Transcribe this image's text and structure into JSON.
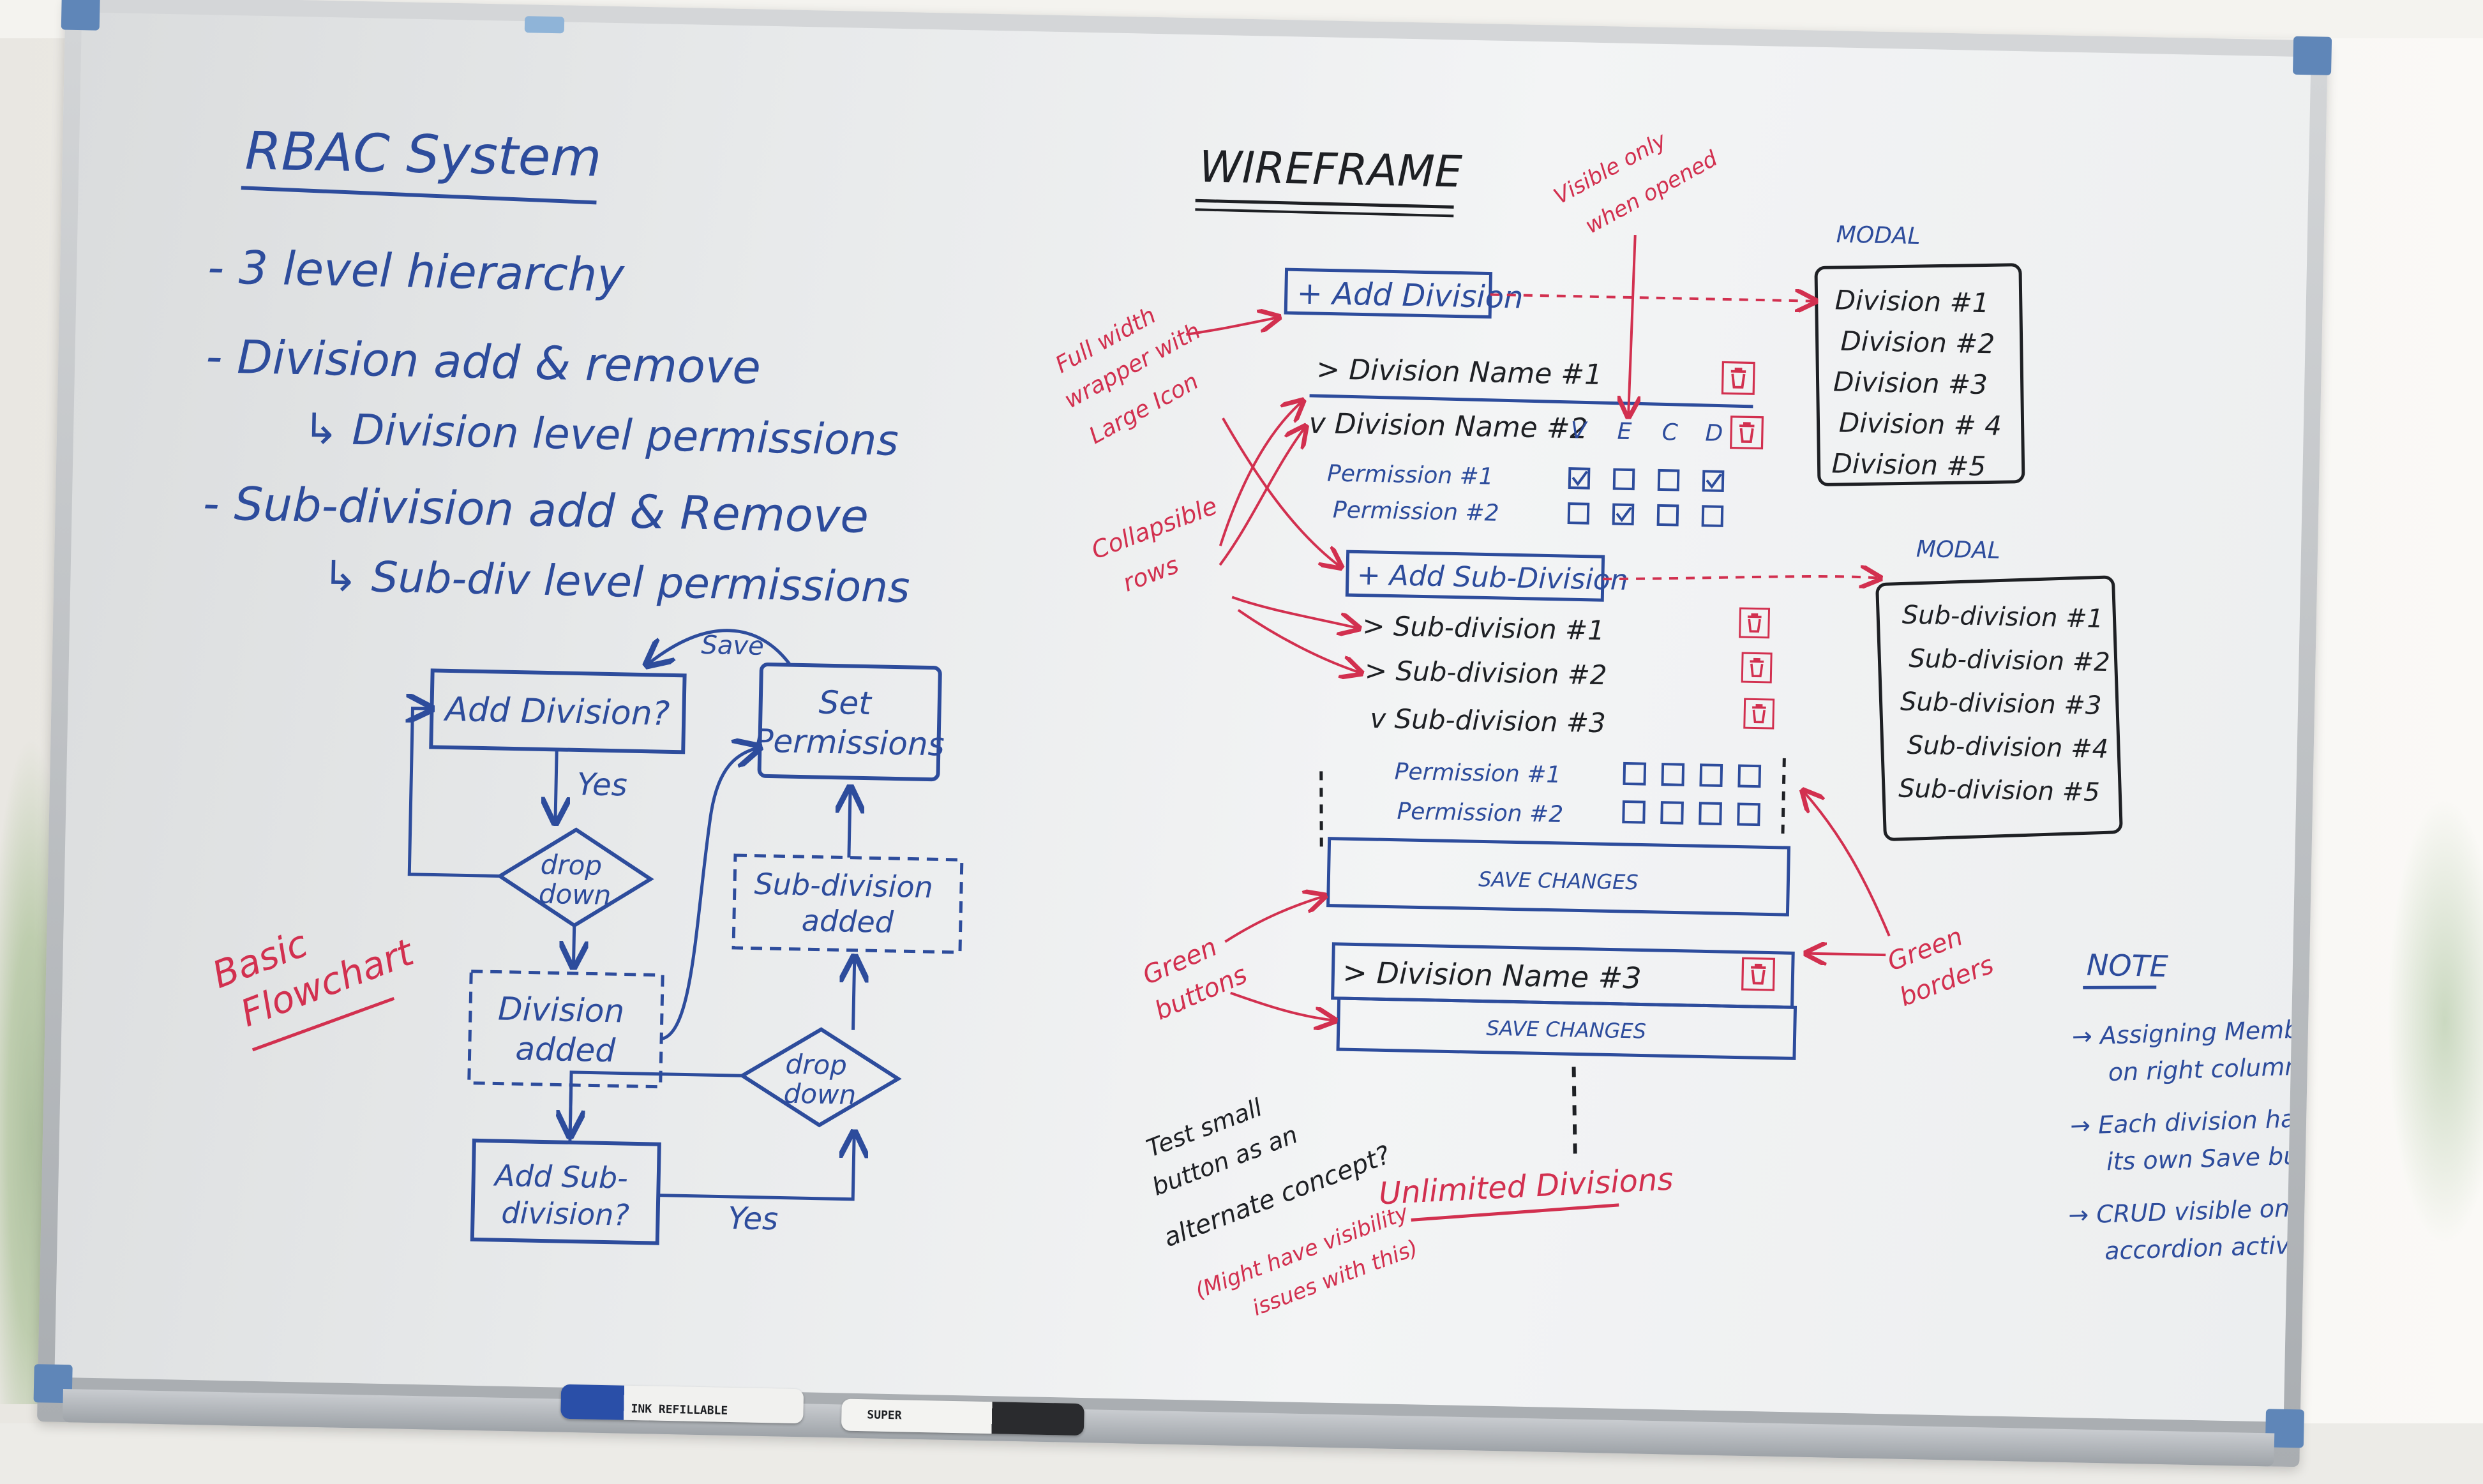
{
  "title": {
    "text": "RBAC System"
  },
  "bullets": [
    {
      "text": "- 3 level hierarchy"
    },
    {
      "text": "- Division add & remove"
    },
    {
      "text": "↳ Division level permissions"
    },
    {
      "text": "- Sub-division add & Remove"
    },
    {
      "text": "↳ Sub-div level permissions"
    }
  ],
  "flowchart": {
    "label": "Basic Flowchart",
    "nodes": {
      "add_division": "Add Division?",
      "set_permissions": "Set Permissions",
      "dropdown1": "drop down",
      "division_added": "Division added",
      "subdiv_added": "Sub-division added",
      "dropdown2": "drop down",
      "add_subdivision": "Add Sub-division?"
    },
    "edges": {
      "save": "Save",
      "yes1": "Yes",
      "yes2": "Yes"
    }
  },
  "wireframe": {
    "title": "WIREFRAME",
    "add_division_button": "+ Add Division",
    "divisions": [
      {
        "name": "> Division Name #1"
      },
      {
        "name": "v Division Name #2"
      },
      {
        "name": "> Division Name #3"
      }
    ],
    "crud_headers": [
      "V",
      "E",
      "C",
      "D"
    ],
    "division_permissions": [
      {
        "label": "Permission #1",
        "checks": [
          true,
          false,
          false,
          true
        ]
      },
      {
        "label": "Permission #2",
        "checks": [
          false,
          true,
          false,
          false
        ]
      }
    ],
    "add_subdivision_button": "+ Add Sub-Division",
    "subdivisions": [
      {
        "name": "> Sub-division #1"
      },
      {
        "name": "> Sub-division #2"
      },
      {
        "name": "v Sub-division #3"
      }
    ],
    "subdivision_permissions": [
      {
        "label": "Permission #1"
      },
      {
        "label": "Permission #2"
      }
    ],
    "save_changes": "SAVE CHANGES",
    "modal1": {
      "title": "MODAL",
      "items": [
        "Division #1",
        "Division #2",
        "Division #3",
        "Division # 4",
        "Division #5"
      ]
    },
    "modal2": {
      "title": "MODAL",
      "items": [
        "Sub-division #1",
        "Sub-division #2",
        "Sub-division #3",
        "Sub-division #4",
        "Sub-division #5"
      ]
    }
  },
  "annotations": {
    "visible_only": [
      "Visible only",
      "when opened"
    ],
    "full_width": [
      "Full width",
      "wrapper with",
      "Large Icon"
    ],
    "collapsible": [
      "Collapsible",
      "rows"
    ],
    "green_buttons": [
      "Green",
      "buttons"
    ],
    "green_borders": [
      "Green",
      "borders"
    ],
    "unlimited": "Unlimited Divisions",
    "test_small": [
      "Test small",
      "button as an",
      "alternate concept?"
    ],
    "visibility_issue": [
      "(Might have visibility",
      "issues with this)"
    ]
  },
  "note": {
    "title": "NOTE",
    "items": [
      [
        "→ Assigning Members",
        "on right column"
      ],
      [
        "→ Each division has",
        "its own Save button"
      ],
      [
        "→ CRUD visible on",
        "accordion active state"
      ]
    ]
  },
  "markers": [
    {
      "label": "INK REFILLABLE"
    },
    {
      "label": "SUPER"
    }
  ],
  "colors": {
    "blue_ink": "#2d4c9c",
    "red_ink": "#d2304f",
    "black_ink": "#1e2024",
    "frame": "#a9adb1",
    "corner": "#5f86b8"
  }
}
